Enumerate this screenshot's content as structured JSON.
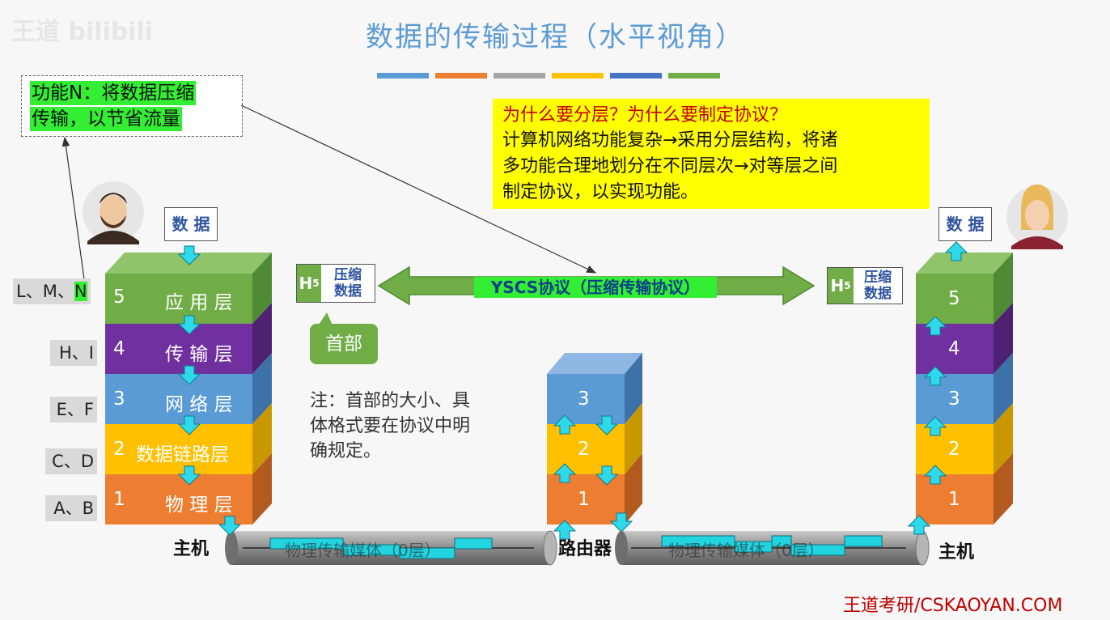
{
  "title": "数据的传输过程（水平视角）",
  "watermark": "王道 bilibili",
  "colors": {
    "blue": "#5b9bd5",
    "orange": "#ed7d31",
    "gray": "#a5a5a5",
    "gold": "#ffc000",
    "darkblue": "#4472c4",
    "green": "#70ad47",
    "purple": "#7030a0",
    "accent_green": "#33ee33"
  },
  "callout": {
    "line1": "功能N：将数据压缩",
    "line2": "传输，以节省流量"
  },
  "question_box": {
    "question": "为什么要分层？为什么要制定协议？",
    "line1": "计算机网络功能复杂→采用分层结构，将诸",
    "line2": "多功能合理地划分在不同层次→对等层之间",
    "line3": "制定协议，以实现功能。"
  },
  "left_labels": {
    "row5_prefix": "L、M、",
    "row5_highlight": "N",
    "row4": "H、I",
    "row3": "E、F",
    "row2": "C、D",
    "row1": "A、B"
  },
  "left_host": {
    "data_label": "数 据",
    "host_label": "主机",
    "layers": [
      {
        "num": "5",
        "name": "应 用 层"
      },
      {
        "num": "4",
        "name": "传 输 层"
      },
      {
        "num": "3",
        "name": "网 络 层"
      },
      {
        "num": "2",
        "name": "数据链路层"
      },
      {
        "num": "1",
        "name": "物 理 层"
      }
    ]
  },
  "right_host": {
    "data_label": "数 据",
    "host_label": "主机",
    "layers": [
      "5",
      "4",
      "3",
      "2",
      "1"
    ]
  },
  "router": {
    "label": "路由器",
    "layers": [
      "3",
      "2",
      "1"
    ]
  },
  "protocol": {
    "header_h": "H",
    "header_sub": "5",
    "header_text1": "压缩",
    "header_text2": "数据",
    "arrow_label": "YSCS协议（压缩传输协议）"
  },
  "bubble": "首部",
  "note": {
    "line1": "注：首部的大小、具",
    "line2": "体格式要在协议中明",
    "line3": "确规定。"
  },
  "media": {
    "left": "物理传输媒体（0层）",
    "right": "物理传输媒体（0层）"
  },
  "brand": "王道考研/CSKAOYAN.COM"
}
